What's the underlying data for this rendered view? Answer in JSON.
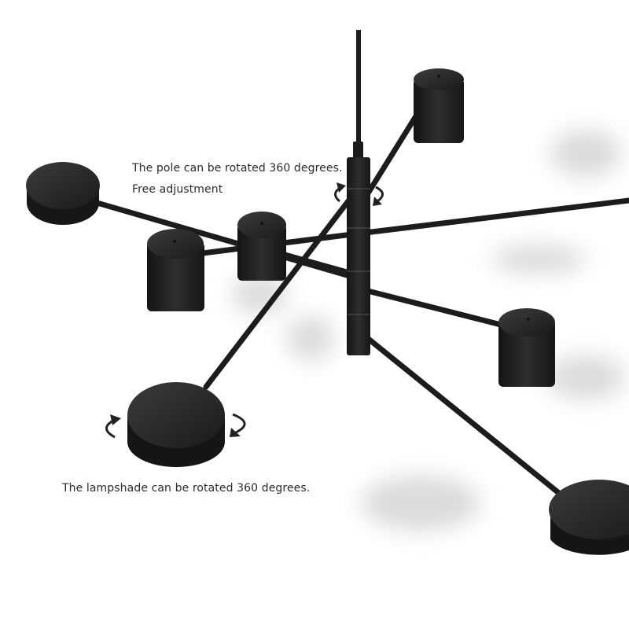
{
  "captions": {
    "pole_line_1": "The pole can be rotated 360 degrees.",
    "pole_line_2": "Free adjustment",
    "lampshade": "The lampshade can be rotated 360 degrees."
  },
  "colors": {
    "background": "#ffffff",
    "metal": "#1c1c1c",
    "metal_highlight": "#3a3a3a",
    "shadow": "#c9c9c9",
    "text": "#2b2b2b"
  },
  "icons": [
    "rotate-arrow-icon"
  ]
}
